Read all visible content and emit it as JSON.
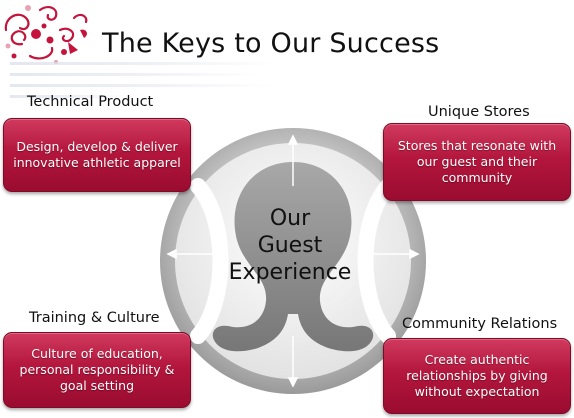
{
  "slide": {
    "title": "The Keys to Our Success",
    "center": {
      "lines": [
        "Our",
        "Guest",
        "Experience"
      ]
    },
    "technical_product": {
      "label": "Technical Product",
      "text": "Design, develop & deliver innovative athletic apparel"
    },
    "unique_stores": {
      "label": "Unique Stores",
      "text": "Stores that resonate with our guest and their community"
    },
    "training_culture": {
      "label": "Training & Culture",
      "text": "Culture of education, personal responsibility & goal setting"
    },
    "community_relations": {
      "label": "Community Relations",
      "text": "Create authentic relationships by giving without expectation"
    }
  },
  "colors": {
    "accent": "#b4163d",
    "emblem_gray": "#bfbfbf",
    "text": "#111111"
  },
  "icons": {
    "ornament": "swirl-ornament-icon",
    "emblem": "lululemon-omega-logo-icon"
  }
}
